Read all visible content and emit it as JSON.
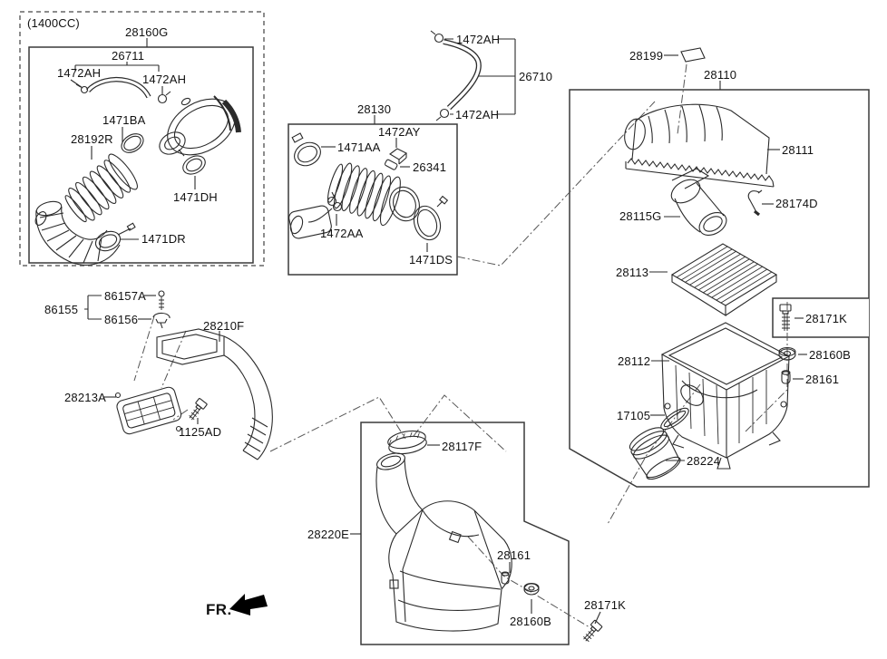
{
  "diagram": {
    "kind": "exploded-parts-diagram",
    "engine_variant_caption": "(1400CC)",
    "direction_label": "FR.",
    "colors": {
      "line": "#2b2b2b",
      "box": "#3a3a3a",
      "text": "#111111",
      "background": "#ffffff",
      "arrow": "#000000"
    },
    "assemblies": {
      "air_intake_1400cc": [
        "28160G",
        "26711",
        "1472AH",
        "1471BA",
        "28192R",
        "1471DH",
        "1471DR"
      ],
      "breather_hose": [
        "26710",
        "1472AH"
      ],
      "intake_hose_28130": [
        "28130",
        "1472AY",
        "26341",
        "1471AA",
        "1472AA",
        "1471DS"
      ],
      "air_cleaner_28110": [
        "28110",
        "28199",
        "28111",
        "28174D",
        "28115G",
        "28113",
        "28112",
        "28171K",
        "28160B",
        "28161",
        "17105",
        "28224"
      ],
      "air_duct_group": [
        "86155",
        "86157A",
        "86156",
        "28210F",
        "28213A",
        "1125AD"
      ],
      "resonator_28220E": [
        "28220E",
        "28117F",
        "28161",
        "28160B",
        "28171K"
      ]
    }
  },
  "callouts": [
    {
      "id": "cc1400",
      "text": "(1400CC)",
      "group": "air_intake_1400cc"
    },
    {
      "id": "p28160G",
      "text": "28160G",
      "group": "air_intake_1400cc"
    },
    {
      "id": "p26711",
      "text": "26711",
      "group": "air_intake_1400cc"
    },
    {
      "id": "p1472AH_1",
      "text": "1472AH",
      "group": "air_intake_1400cc"
    },
    {
      "id": "p1472AH_2",
      "text": "1472AH",
      "group": "air_intake_1400cc"
    },
    {
      "id": "p1471BA",
      "text": "1471BA",
      "group": "air_intake_1400cc"
    },
    {
      "id": "p28192R",
      "text": "28192R",
      "group": "air_intake_1400cc"
    },
    {
      "id": "p1471DH",
      "text": "1471DH",
      "group": "air_intake_1400cc"
    },
    {
      "id": "p1471DR",
      "text": "1471DR",
      "group": "air_intake_1400cc"
    },
    {
      "id": "p1472AH_3",
      "text": "1472AH",
      "group": "breather_hose"
    },
    {
      "id": "p26710",
      "text": "26710",
      "group": "breather_hose"
    },
    {
      "id": "p1472AH_4",
      "text": "1472AH",
      "group": "breather_hose"
    },
    {
      "id": "p28130",
      "text": "28130",
      "group": "intake_hose_28130"
    },
    {
      "id": "p1472AY",
      "text": "1472AY",
      "group": "intake_hose_28130"
    },
    {
      "id": "p1471AA",
      "text": "1471AA",
      "group": "intake_hose_28130"
    },
    {
      "id": "p26341",
      "text": "26341",
      "group": "intake_hose_28130"
    },
    {
      "id": "p1472AA",
      "text": "1472AA",
      "group": "intake_hose_28130"
    },
    {
      "id": "p1471DS",
      "text": "1471DS",
      "group": "intake_hose_28130"
    },
    {
      "id": "p28199",
      "text": "28199",
      "group": "air_cleaner_28110"
    },
    {
      "id": "p28110",
      "text": "28110",
      "group": "air_cleaner_28110"
    },
    {
      "id": "p28111",
      "text": "28111",
      "group": "air_cleaner_28110"
    },
    {
      "id": "p28174D",
      "text": "28174D",
      "group": "air_cleaner_28110"
    },
    {
      "id": "p28115G",
      "text": "28115G",
      "group": "air_cleaner_28110"
    },
    {
      "id": "p28113",
      "text": "28113",
      "group": "air_cleaner_28110"
    },
    {
      "id": "p28112",
      "text": "28112",
      "group": "air_cleaner_28110"
    },
    {
      "id": "p28171K_1",
      "text": "28171K",
      "group": "air_cleaner_28110"
    },
    {
      "id": "p28160B_1",
      "text": "28160B",
      "group": "air_cleaner_28110"
    },
    {
      "id": "p28161_1",
      "text": "28161",
      "group": "air_cleaner_28110"
    },
    {
      "id": "p17105",
      "text": "17105",
      "group": "air_cleaner_28110"
    },
    {
      "id": "p28224",
      "text": "28224",
      "group": "air_cleaner_28110"
    },
    {
      "id": "p86155",
      "text": "86155",
      "group": "air_duct_group"
    },
    {
      "id": "p86157A",
      "text": "86157A",
      "group": "air_duct_group"
    },
    {
      "id": "p86156",
      "text": "86156",
      "group": "air_duct_group"
    },
    {
      "id": "p28210F",
      "text": "28210F",
      "group": "air_duct_group"
    },
    {
      "id": "p28213A",
      "text": "28213A",
      "group": "air_duct_group"
    },
    {
      "id": "p1125AD",
      "text": "1125AD",
      "group": "air_duct_group"
    },
    {
      "id": "p28220E",
      "text": "28220E",
      "group": "resonator_28220E"
    },
    {
      "id": "p28117F",
      "text": "28117F",
      "group": "resonator_28220E"
    },
    {
      "id": "p28161_2",
      "text": "28161",
      "group": "resonator_28220E"
    },
    {
      "id": "p28160B_2",
      "text": "28160B",
      "group": "resonator_28220E"
    },
    {
      "id": "p28171K_2",
      "text": "28171K",
      "group": "resonator_28220E"
    },
    {
      "id": "fr",
      "text": "FR.",
      "group": "direction"
    }
  ]
}
